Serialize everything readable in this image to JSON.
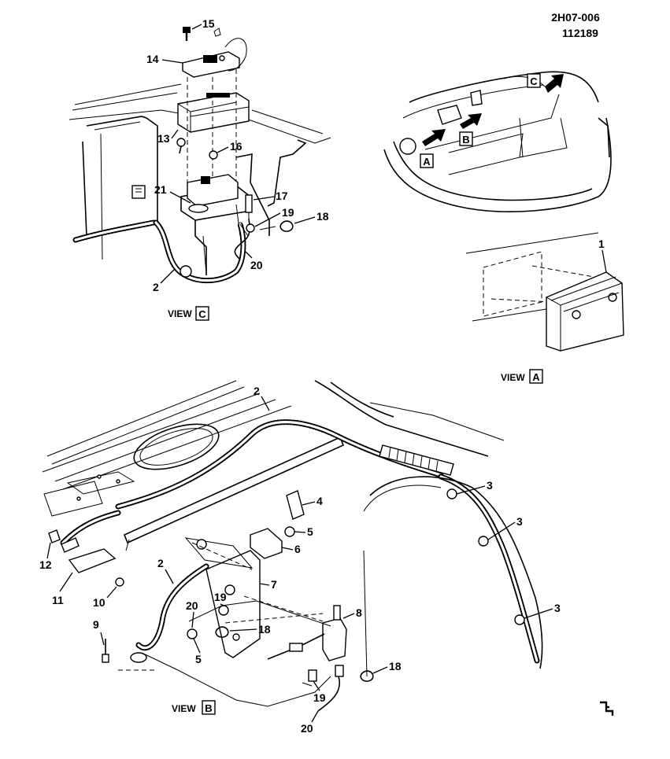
{
  "header": {
    "code": "2H07-006",
    "date": "112189"
  },
  "views": {
    "c": {
      "word": "VIEW",
      "letter": "C"
    },
    "a": {
      "word": "VIEW",
      "letter": "A"
    },
    "b": {
      "word": "VIEW",
      "letter": "B"
    }
  },
  "overview_markers": [
    "A",
    "B",
    "C"
  ],
  "callouts": {
    "c15": "15",
    "c14": "14",
    "c13": "13",
    "c16": "16",
    "c21": "21",
    "c17": "17",
    "c19a": "19",
    "c18a": "18",
    "c20a": "20",
    "c2a": "2",
    "c1": "1",
    "c2b": "2",
    "c3a": "3",
    "c3b": "3",
    "c3c": "3",
    "c4": "4",
    "c5a": "5",
    "c6": "6",
    "c7": "7",
    "c8": "8",
    "c12": "12",
    "c11": "11",
    "c10": "10",
    "c9": "9",
    "c2c": "2",
    "c20b": "20",
    "c19b": "19",
    "c18b": "18",
    "c5b": "5",
    "c18c": "18",
    "c19c": "19",
    "c20c": "20"
  },
  "logo_icon": "gm-service-mark-icon"
}
